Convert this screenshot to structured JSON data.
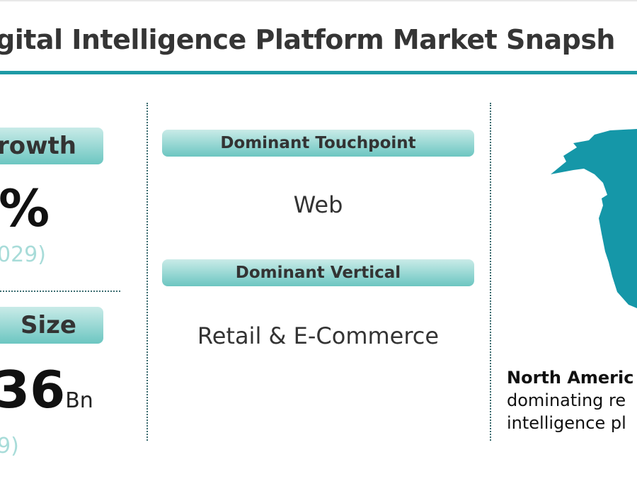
{
  "header": {
    "title": "gital Intelligence Platform Market Snapsh"
  },
  "left": {
    "growth_label": "rowth",
    "growth_value": "%",
    "growth_period": "029)",
    "size_label": "Size",
    "size_value": "36",
    "size_unit": "Bn",
    "size_period": "9)"
  },
  "middle": {
    "touchpoint_label": "Dominant Touchpoint",
    "touchpoint_value": "Web",
    "vertical_label": "Dominant Vertical",
    "vertical_value": "Retail & E-Commerce"
  },
  "right": {
    "region_name": "North Americ",
    "region_line2": "dominating re",
    "region_line3": "intelligence pl",
    "map_color": "#1597a8"
  },
  "colors": {
    "accent": "#1e9aa5",
    "muted_teal": "#a8dcd9"
  }
}
